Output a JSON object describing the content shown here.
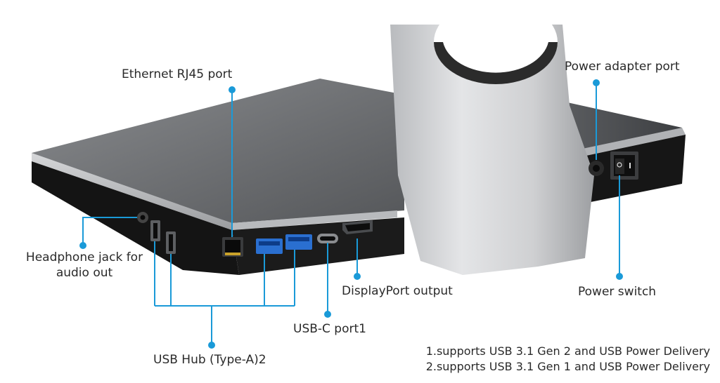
{
  "accent_color": "#1a9ad8",
  "callouts": {
    "ethernet": "Ethernet RJ45 port",
    "power_adapter": "Power adapter port",
    "headphone_line1": "Headphone jack for",
    "headphone_line2": "audio out",
    "displayport": "DisplayPort output",
    "power_switch": "Power switch",
    "usbc": "USB-C port1",
    "usb_hub": "USB Hub (Type-A)2"
  },
  "footnotes": [
    "1.supports USB 3.1 Gen 2 and USB Power Delivery",
    "2.supports USB 3.1 Gen 1 and USB Power Delivery"
  ]
}
